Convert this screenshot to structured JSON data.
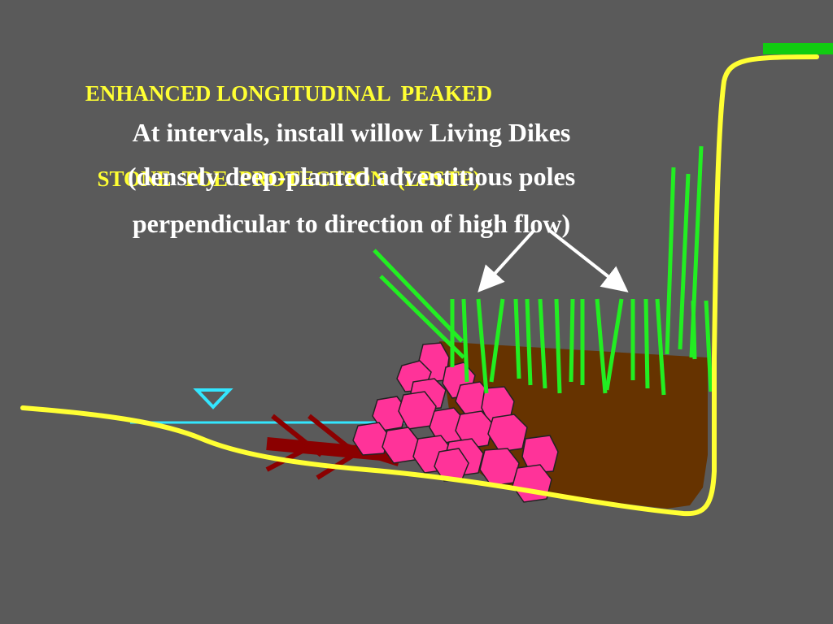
{
  "title": {
    "line1": "ENHANCED LONGITUDINAL  PEAKED",
    "line2": "STONE  TOE  PROTECTION  (LPSTP)"
  },
  "caption": {
    "line1": "At intervals, install willow Living Dikes",
    "line2": "(densely deep-planted adventitious poles",
    "line3": "perpendicular to direction of high flow)"
  },
  "colors": {
    "background": "#5a5a5a",
    "title": "#ffff33",
    "caption": "#ffffff",
    "ground_line": "#ffff33",
    "bank_top": "#11cc11",
    "soil": "#663300",
    "stone": "#ff3399",
    "willow_pole": "#22ee22",
    "root_wad": "#8b0000",
    "water": "#33e6ff",
    "arrow": "#ffffff"
  },
  "icons": {
    "water_level": "inverted-triangle-icon",
    "arrows": "arrow-icon"
  }
}
